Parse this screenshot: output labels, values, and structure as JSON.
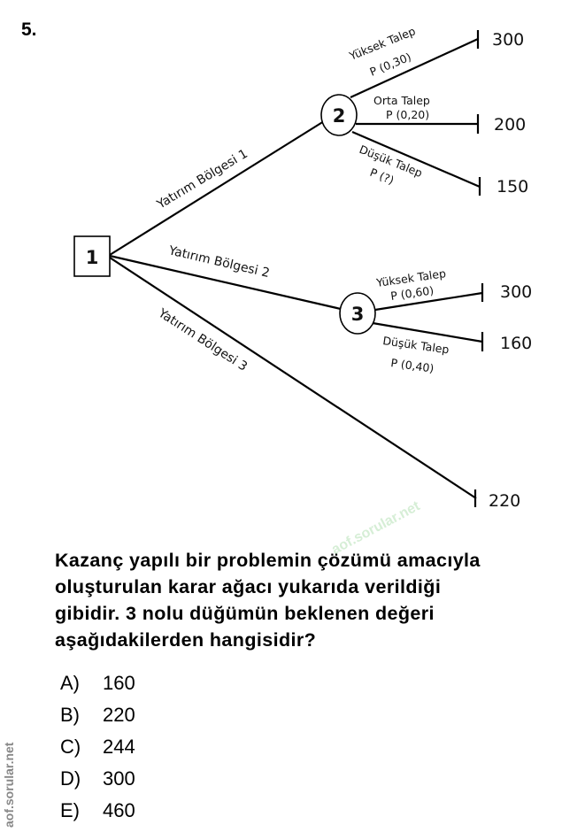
{
  "question": {
    "number": "5.",
    "lines": [
      "Kazanç yapılı bir problemin çözümü amacıyla",
      "oluşturulan karar ağacı yukarıda verildiği",
      "gibidir. 3 nolu düğümün beklenen değeri",
      "aşağıdakilerden hangisidir?"
    ]
  },
  "tree": {
    "decision_node": {
      "label": "1"
    },
    "chance_nodes": [
      {
        "label": "2"
      },
      {
        "label": "3"
      }
    ],
    "branches": {
      "region1": "Yatırım Bölgesi 1",
      "region2": "Yatırım Bölgesi 2",
      "region3": "Yatırım Bölgesi 3"
    },
    "node2_branches": [
      {
        "name": "Yüksek Talep",
        "prob": "P (0,30)",
        "payoff": "300"
      },
      {
        "name": "Orta Talep",
        "prob": "P (0,20)",
        "payoff": "200"
      },
      {
        "name": "Düşük Talep",
        "prob": "P (?)",
        "payoff": "150"
      }
    ],
    "node3_branches": [
      {
        "name": "Yüksek Talep",
        "prob": "P (0,60)",
        "payoff": "300"
      },
      {
        "name": "Düşük Talep",
        "prob": "P (0,40)",
        "payoff": "160"
      }
    ],
    "region3_payoff": "220"
  },
  "options": [
    {
      "letter": "A)",
      "value": "160"
    },
    {
      "letter": "B)",
      "value": "220"
    },
    {
      "letter": "C)",
      "value": "244"
    },
    {
      "letter": "D)",
      "value": "300"
    },
    {
      "letter": "E)",
      "value": "460"
    }
  ],
  "watermarks": {
    "side": "aof.sorular.net",
    "diagonal": "aof.sorular.net"
  }
}
